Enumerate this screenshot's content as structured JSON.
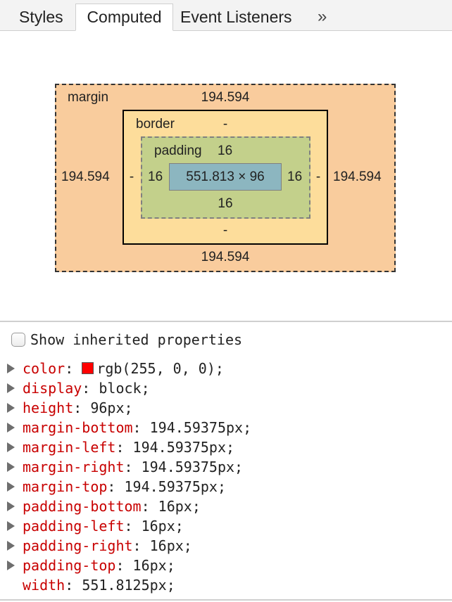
{
  "tabs": {
    "styles": "Styles",
    "computed": "Computed",
    "event_listeners": "Event Listeners",
    "more": "»"
  },
  "box_model": {
    "margin": {
      "label": "margin",
      "top": "194.594",
      "bottom": "194.594",
      "left": "194.594",
      "right": "194.594"
    },
    "border": {
      "label": "border",
      "top": "-",
      "bottom": "-",
      "left": "-",
      "right": "-"
    },
    "padding": {
      "label": "padding",
      "top": "16",
      "bottom": "16",
      "left": "16",
      "right": "16"
    },
    "content": {
      "size": "551.813 × 96"
    }
  },
  "inherited": {
    "label": "Show inherited properties",
    "checked": false
  },
  "properties": [
    {
      "name": "color",
      "value": "rgb(255, 0, 0);",
      "swatch": "#ff0000",
      "expandable": true
    },
    {
      "name": "display",
      "value": "block;",
      "expandable": true
    },
    {
      "name": "height",
      "value": "96px;",
      "expandable": true
    },
    {
      "name": "margin-bottom",
      "value": "194.59375px;",
      "expandable": true
    },
    {
      "name": "margin-left",
      "value": "194.59375px;",
      "expandable": true
    },
    {
      "name": "margin-right",
      "value": "194.59375px;",
      "expandable": true
    },
    {
      "name": "margin-top",
      "value": "194.59375px;",
      "expandable": true
    },
    {
      "name": "padding-bottom",
      "value": "16px;",
      "expandable": true
    },
    {
      "name": "padding-left",
      "value": "16px;",
      "expandable": true
    },
    {
      "name": "padding-right",
      "value": "16px;",
      "expandable": true
    },
    {
      "name": "padding-top",
      "value": "16px;",
      "expandable": true
    },
    {
      "name": "width",
      "value": "551.8125px;",
      "expandable": false
    }
  ]
}
